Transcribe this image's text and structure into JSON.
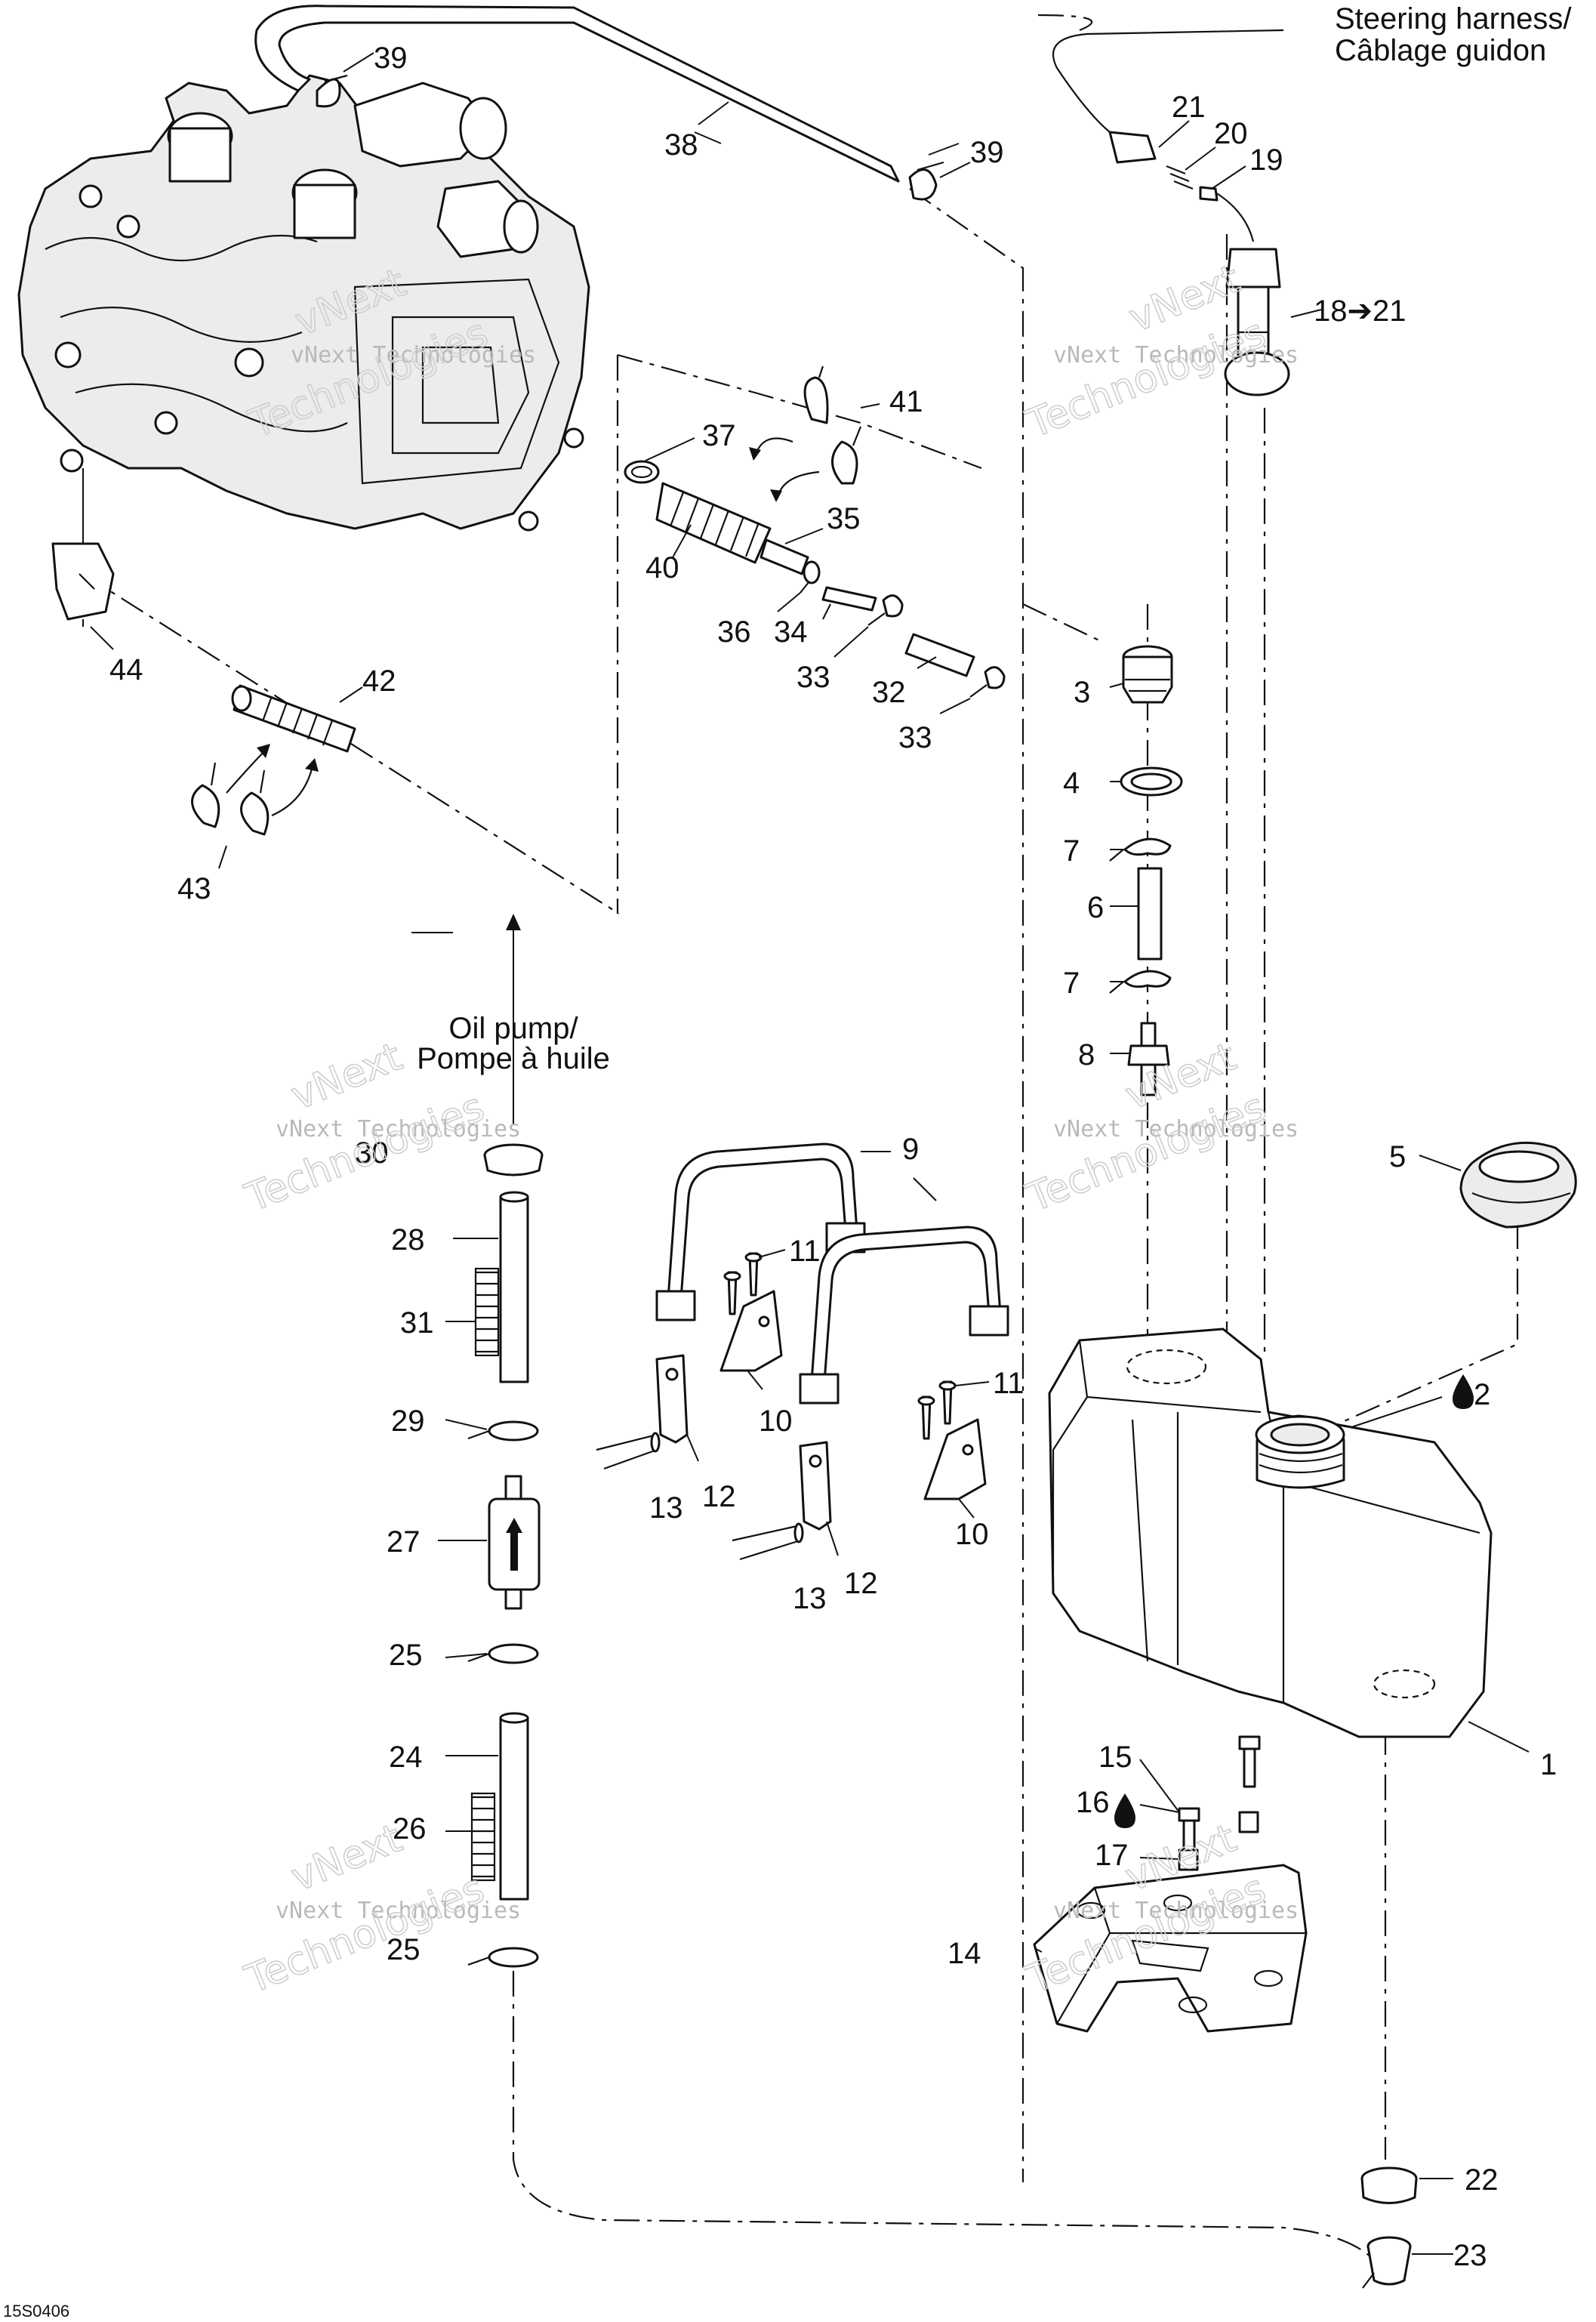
{
  "notes": {
    "steering_harness_en": "Steering harness/",
    "steering_harness_fr": "Câblage guidon",
    "oil_pump_en": "Oil pump/",
    "oil_pump_fr": "Pompe à huile"
  },
  "watermark": {
    "line1": "vNext Technologies",
    "line2": "vNext",
    "line3": "Technologies"
  },
  "reference_code": "15S0406",
  "callouts": {
    "c1": "1",
    "c2": "2",
    "c3": "3",
    "c4": "4",
    "c5": "5",
    "c6": "6",
    "c7a": "7",
    "c7b": "7",
    "c8": "8",
    "c9": "9",
    "c10a": "10",
    "c10b": "10",
    "c11a": "11",
    "c11b": "11",
    "c12a": "12",
    "c12b": "12",
    "c13a": "13",
    "c13b": "13",
    "c14": "14",
    "c15": "15",
    "c16": "16",
    "c17": "17",
    "c18": "18➔21",
    "c19": "19",
    "c20": "20",
    "c21": "21",
    "c22": "22",
    "c23": "23",
    "c24": "24",
    "c25a": "25",
    "c25b": "25",
    "c26": "26",
    "c27": "27",
    "c28": "28",
    "c29": "29",
    "c30": "30",
    "c31": "31",
    "c32": "32",
    "c33a": "33",
    "c33b": "33",
    "c34": "34",
    "c35": "35",
    "c36": "36",
    "c37": "37",
    "c38": "38",
    "c39a": "39",
    "c39b": "39",
    "c40": "40",
    "c41": "41",
    "c42": "42",
    "c43": "43",
    "c44": "44"
  },
  "colors": {
    "line": "#111111",
    "watermark": "#cfcfcf",
    "background": "#ffffff"
  },
  "icons": {
    "sealant": "oil-drop-icon"
  }
}
